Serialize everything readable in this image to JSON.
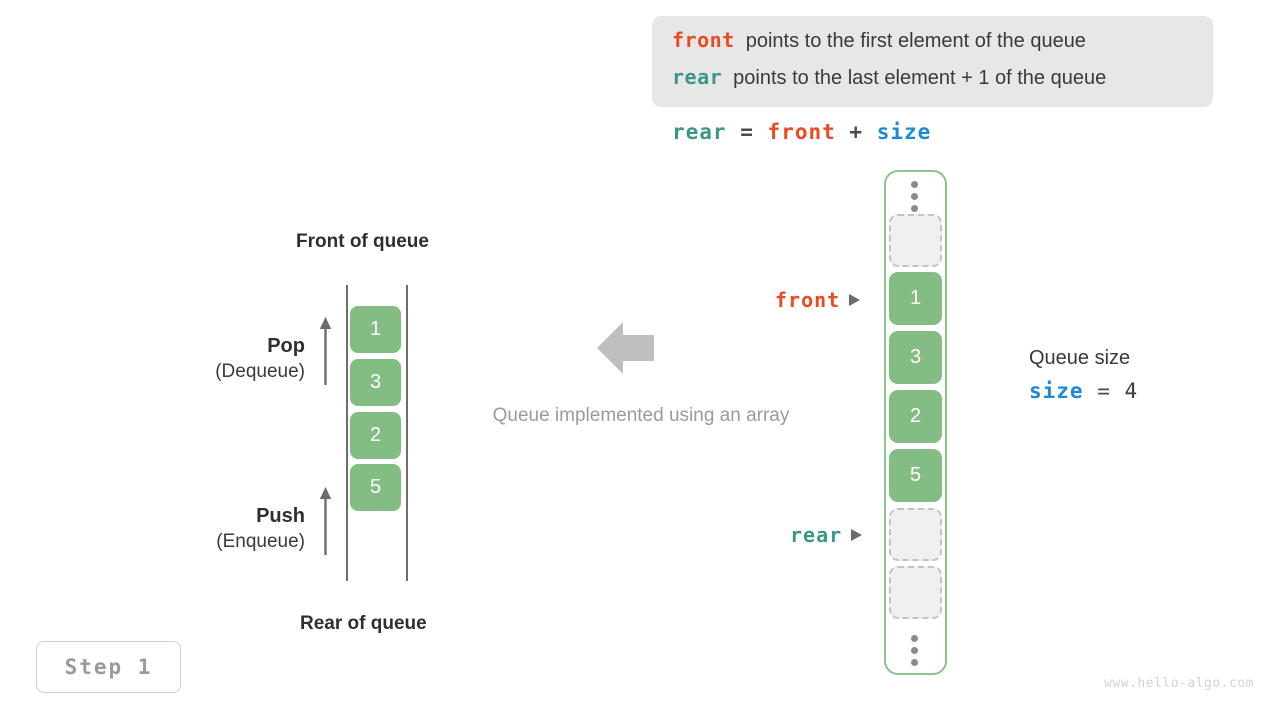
{
  "legend": {
    "lines": [
      {
        "keyword": "front",
        "keyword_color": "#ec4a20",
        "text": "points to the first element of the queue"
      },
      {
        "keyword": "rear",
        "keyword_color": "#3e9688",
        "text": "points to the last element + 1 of the queue"
      }
    ]
  },
  "formula": {
    "lhs": "rear",
    "eq": "=",
    "rhs1": "front",
    "plus": "+",
    "rhs2": "size"
  },
  "left_queue": {
    "top_label": "Front of queue",
    "bottom_label": "Rear of queue",
    "cells": [
      "1",
      "3",
      "2",
      "5"
    ],
    "pop": {
      "title": "Pop",
      "subtitle": "(Dequeue)"
    },
    "push": {
      "title": "Push",
      "subtitle": "(Enqueue)"
    }
  },
  "middle": {
    "caption": "Queue implemented using an array",
    "arrow_direction": "left",
    "arrow_color": "#bfbfbf"
  },
  "array": {
    "cells": [
      {
        "type": "dots",
        "value": ""
      },
      {
        "type": "empty",
        "value": ""
      },
      {
        "type": "filled",
        "value": "1"
      },
      {
        "type": "filled",
        "value": "3"
      },
      {
        "type": "filled",
        "value": "2"
      },
      {
        "type": "filled",
        "value": "5"
      },
      {
        "type": "empty",
        "value": ""
      },
      {
        "type": "empty",
        "value": ""
      },
      {
        "type": "dots",
        "value": ""
      }
    ],
    "pointers": [
      {
        "label": "front",
        "color": "#ec4a20"
      },
      {
        "label": "rear",
        "color": "#3e9688"
      }
    ],
    "border_color": "#8cc58c",
    "fill_color": "#84bd84"
  },
  "size_note": {
    "label": "Queue size",
    "var": "size",
    "eq": "=",
    "value": "4",
    "var_color": "#1c8ad8"
  },
  "step_badge": {
    "text": "Step 1"
  },
  "watermark": {
    "text": "www.hello-algo.com"
  }
}
